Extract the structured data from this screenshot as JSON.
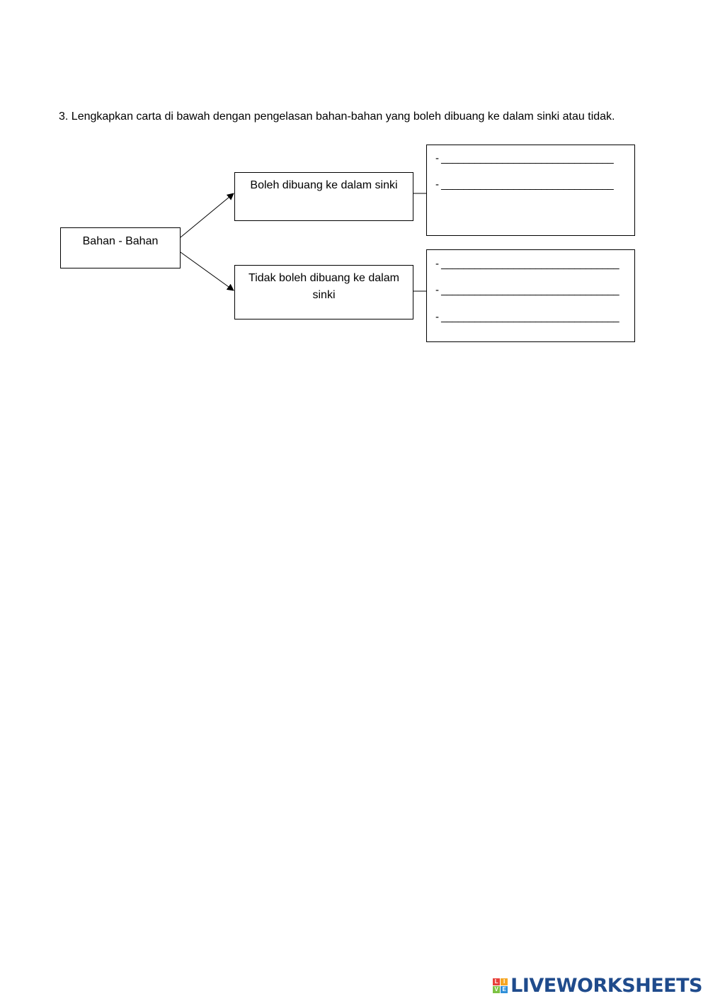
{
  "question": "3. Lengkapkan carta di bawah dengan pengelasan bahan-bahan yang boleh dibuang ke dalam sinki atau tidak.",
  "diagram": {
    "root": "Bahan - Bahan",
    "categories": [
      {
        "label": "Boleh dibuang ke dalam sinki",
        "answers": [
          "- _______________________________",
          "- _______________________________"
        ]
      },
      {
        "label": "Tidak boleh dibuang ke dalam sinki",
        "answers": [
          "- ________________________________",
          "- ________________________________",
          "- ________________________________"
        ]
      }
    ]
  },
  "brand": {
    "name": "LIVEWORKSHEETS",
    "mark_letters": [
      "L",
      "I",
      "V",
      "E"
    ],
    "mark_colors": [
      "#e8403a",
      "#f5a623",
      "#7cc242",
      "#2f8fd8"
    ],
    "text_color": "#1f4b8c"
  }
}
